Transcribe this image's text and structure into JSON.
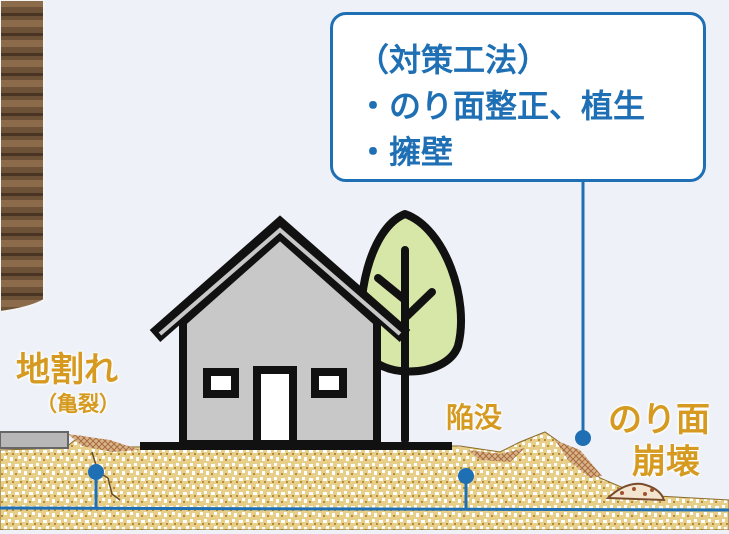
{
  "callout": {
    "title": "（対策工法）",
    "items": [
      "・のり面整正、植生",
      "・擁壁"
    ]
  },
  "labels": {
    "crack": "地割れ",
    "crack_sub": "（亀裂）",
    "subsidence": "陥没",
    "slope_line1": "のり面",
    "slope_line2": "崩壊"
  },
  "colors": {
    "accent_blue": "#1f6fb5",
    "label_gold": "#d59a1f",
    "soil_fill": "#e7cf8a",
    "house_gray": "#c8c8c8",
    "tree_green": "#d7e7a8"
  }
}
